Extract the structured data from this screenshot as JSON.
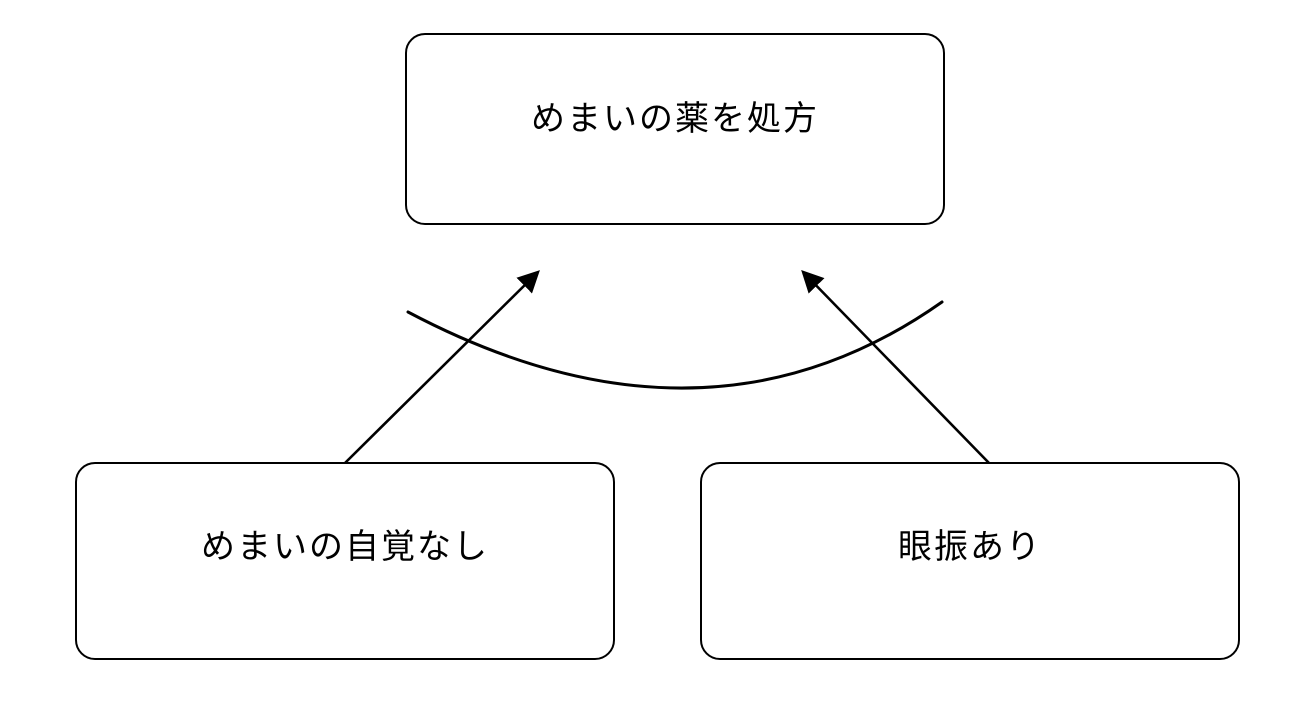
{
  "diagram": {
    "title": "",
    "type": "causal-diagram",
    "nodes": {
      "top": {
        "label": "めまいの薬を処方"
      },
      "bottom_left": {
        "label": "めまいの自覚なし"
      },
      "bottom_right": {
        "label": "眼振あり"
      }
    },
    "edges": [
      {
        "from": "bottom_left",
        "to": "top",
        "style": "straight",
        "arrowhead": "end"
      },
      {
        "from": "bottom_right",
        "to": "top",
        "style": "straight",
        "arrowhead": "end"
      },
      {
        "from": "bottom_left_arrow",
        "to": "bottom_right_arrow",
        "style": "arc",
        "arrowhead": "none"
      }
    ],
    "colors": {
      "stroke": "#000000",
      "node_fill": "#ffffff",
      "background": "#ffffff",
      "text": "#000000"
    }
  }
}
